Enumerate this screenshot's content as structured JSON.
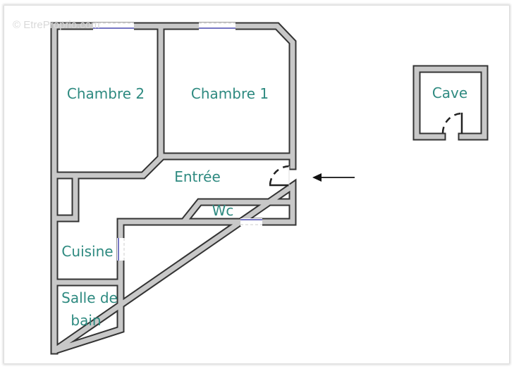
{
  "watermark": "© EtreProprio.com",
  "rooms": {
    "chambre2": "Chambre 2",
    "chambre1": "Chambre 1",
    "entree": "Entrée",
    "wc": "Wc",
    "cuisine": "Cuisine",
    "salle_de_bain_line1": "Salle de",
    "salle_de_bain_line2": "bain",
    "cave": "Cave"
  },
  "colors": {
    "wall_fill": "#c8c8c8",
    "wall_outline": "#333333",
    "label": "#2e8a80",
    "window": "#4a4ab0"
  },
  "icons": {
    "entrance": "arrow-left-icon"
  }
}
